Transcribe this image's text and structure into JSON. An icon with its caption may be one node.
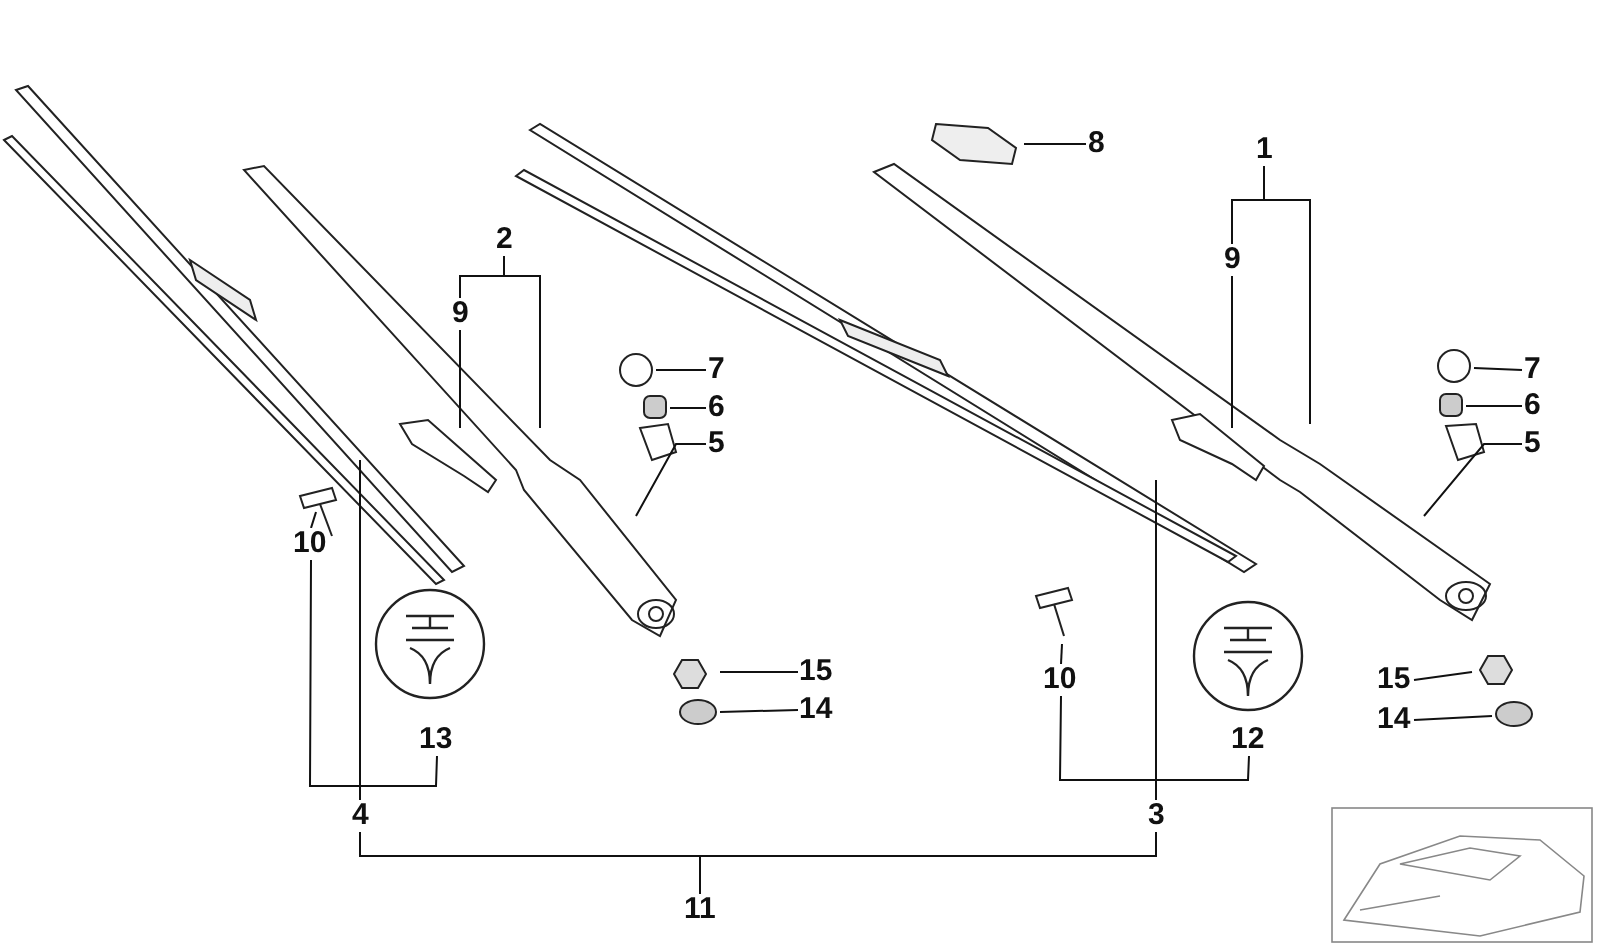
{
  "diagram": {
    "nodes": [
      {
        "text": [
          "1"
        ]
      },
      {
        "text": [
          "2"
        ]
      },
      {
        "text": [
          "8"
        ]
      },
      {
        "text": [
          "9"
        ]
      },
      {
        "text": [
          "9"
        ]
      },
      {
        "text": [
          "7"
        ]
      },
      {
        "text": [
          "7"
        ]
      },
      {
        "text": [
          "6"
        ]
      },
      {
        "text": [
          "6"
        ]
      },
      {
        "text": [
          "5"
        ]
      },
      {
        "text": [
          "5"
        ]
      },
      {
        "text": [
          "10"
        ]
      },
      {
        "text": [
          "10"
        ]
      },
      {
        "text": [
          "15"
        ]
      },
      {
        "text": [
          "15"
        ]
      },
      {
        "text": [
          "14"
        ]
      },
      {
        "text": [
          "14"
        ]
      },
      {
        "text": [
          "13"
        ]
      },
      {
        "text": [
          "12"
        ]
      },
      {
        "text": [
          "4"
        ]
      },
      {
        "text": [
          "3"
        ]
      },
      {
        "text": [
          "11"
        ]
      }
    ],
    "edges": [
      {
        "from": 0,
        "to": 4,
        "arrow": "none"
      },
      {
        "from": 0,
        "to": null,
        "arrow": "none"
      },
      {
        "from": 1,
        "to": 3,
        "arrow": "none"
      },
      {
        "from": 1,
        "to": null,
        "arrow": "none"
      },
      {
        "from": 2,
        "to": null,
        "arrow": "none"
      },
      {
        "from": 3,
        "to": null,
        "arrow": "none"
      },
      {
        "from": 4,
        "to": null,
        "arrow": "none"
      },
      {
        "from": 5,
        "to": null,
        "arrow": "none"
      },
      {
        "from": 6,
        "to": null,
        "arrow": "none"
      },
      {
        "from": 7,
        "to": null,
        "arrow": "none"
      },
      {
        "from": 8,
        "to": null,
        "arrow": "none"
      },
      {
        "from": 9,
        "to": null,
        "arrow": "none"
      },
      {
        "from": 10,
        "to": null,
        "arrow": "none"
      },
      {
        "from": 11,
        "to": null,
        "arrow": "none"
      },
      {
        "from": 12,
        "to": null,
        "arrow": "none"
      },
      {
        "from": 11,
        "to": 17,
        "arrow": "none"
      },
      {
        "from": 12,
        "to": 18,
        "arrow": "none"
      },
      {
        "from": 13,
        "to": null,
        "arrow": "none"
      },
      {
        "from": 14,
        "to": null,
        "arrow": "none"
      },
      {
        "from": 15,
        "to": null,
        "arrow": "none"
      },
      {
        "from": 16,
        "to": null,
        "arrow": "none"
      },
      {
        "from": 19,
        "to": null,
        "arrow": "none"
      },
      {
        "from": 20,
        "to": null,
        "arrow": "none"
      },
      {
        "from": 21,
        "to": 19,
        "arrow": "none"
      },
      {
        "from": 21,
        "to": 20,
        "arrow": "none"
      }
    ]
  }
}
